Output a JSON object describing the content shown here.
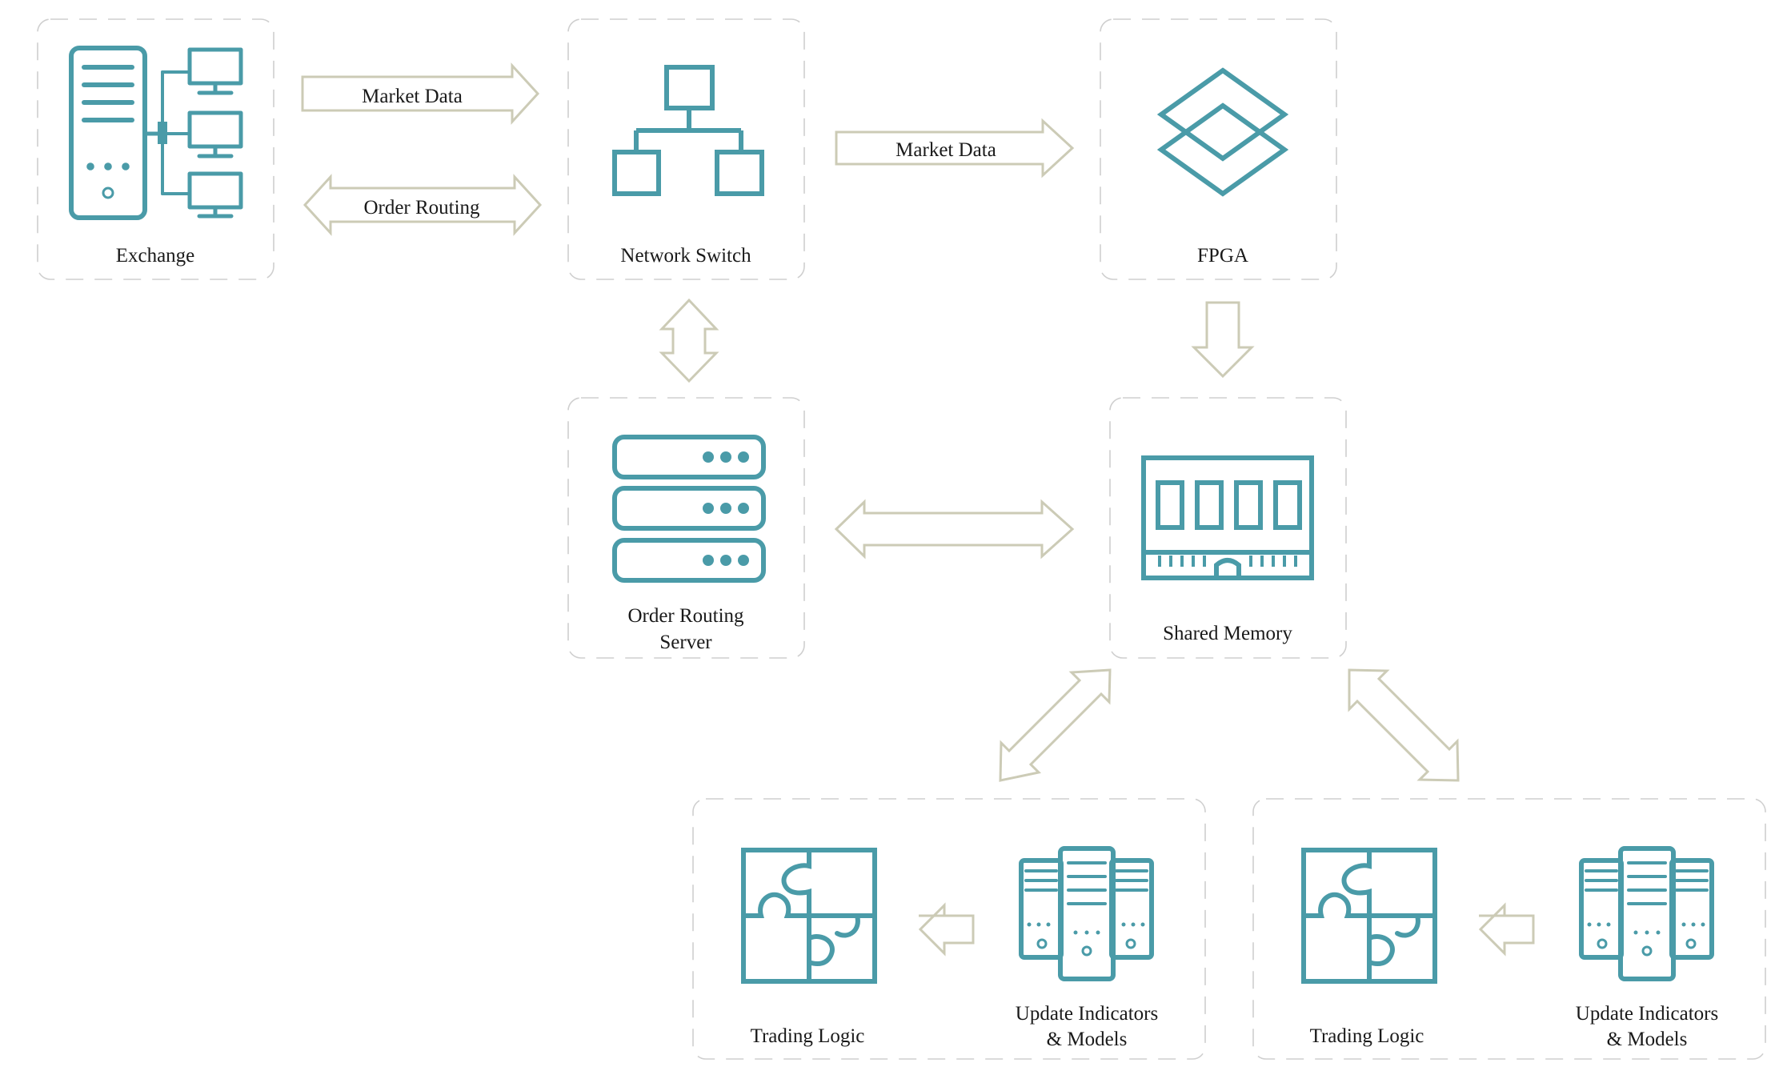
{
  "colors": {
    "icon": "#4a9ba8",
    "arrow": "#cccbb6",
    "box_border": "#cfcfcf",
    "text": "#1a1a1a"
  },
  "nodes": {
    "exchange": {
      "label": "Exchange",
      "icon": "exchange-network-icon"
    },
    "network_switch": {
      "label": "Network Switch",
      "icon": "network-switch-icon"
    },
    "fpga": {
      "label": "FPGA",
      "icon": "fpga-layers-icon"
    },
    "order_routing_server": {
      "label_line1": "Order Routing",
      "label_line2": "Server",
      "icon": "server-stack-icon"
    },
    "shared_memory": {
      "label": "Shared Memory",
      "icon": "memory-chip-icon"
    },
    "group_left": {
      "trading_logic": {
        "label": "Trading Logic",
        "icon": "puzzle-icon"
      },
      "update_indicators": {
        "label_line1": "Update Indicators",
        "label_line2": "& Models",
        "icon": "server-rack-icon"
      }
    },
    "group_right": {
      "trading_logic": {
        "label": "Trading Logic",
        "icon": "puzzle-icon"
      },
      "update_indicators": {
        "label_line1": "Update Indicators",
        "label_line2": "& Models",
        "icon": "server-rack-icon"
      }
    }
  },
  "edges": {
    "exchange_to_switch": {
      "label": "Market Data"
    },
    "switch_to_exchange": {
      "label": "Order Routing"
    },
    "switch_to_fpga": {
      "label": "Market Data"
    }
  }
}
